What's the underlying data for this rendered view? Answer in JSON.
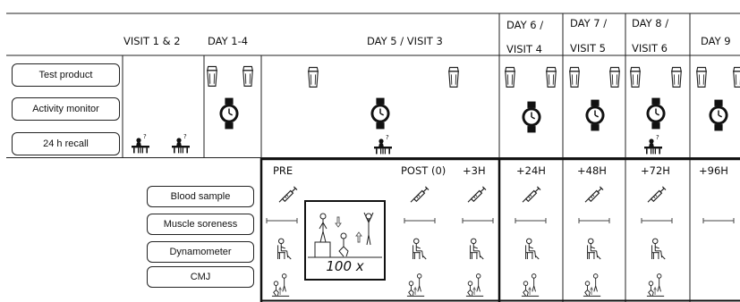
{
  "headers": {
    "visit12": "VISIT 1 & 2",
    "day14": "DAY 1-4",
    "day5": "DAY 5 / VISIT 3",
    "day6_a": "DAY 6 /",
    "day6_b": "VISIT 4",
    "day7_a": "DAY 7 /",
    "day7_b": "VISIT 5",
    "day8_a": "DAY 8 /",
    "day8_b": "VISIT 6",
    "day9": "DAY 9"
  },
  "rows": {
    "test_product": "Test product",
    "activity_monitor": "Activity monitor",
    "recall": "24 h recall"
  },
  "measures": {
    "blood": "Blood sample",
    "soreness": "Muscle soreness",
    "dynamometer": "Dynamometer",
    "cmj": "CMJ"
  },
  "timepoints": {
    "pre": "PRE",
    "post0": "POST (0)",
    "p3h": "+3H",
    "p24h": "+24H",
    "p48h": "+48H",
    "p72h": "+72H",
    "p96h": "+96H"
  },
  "exercise": {
    "reps": "100 x"
  },
  "icons": {
    "bottle": "shaker-bottle-icon",
    "watch": "wristwatch-icon",
    "desk": "person-at-desk-icon",
    "syringe": "syringe-icon",
    "scale": "visual-analog-scale-icon",
    "chair": "dynamometer-chair-icon",
    "jump": "countermovement-jump-icon"
  }
}
